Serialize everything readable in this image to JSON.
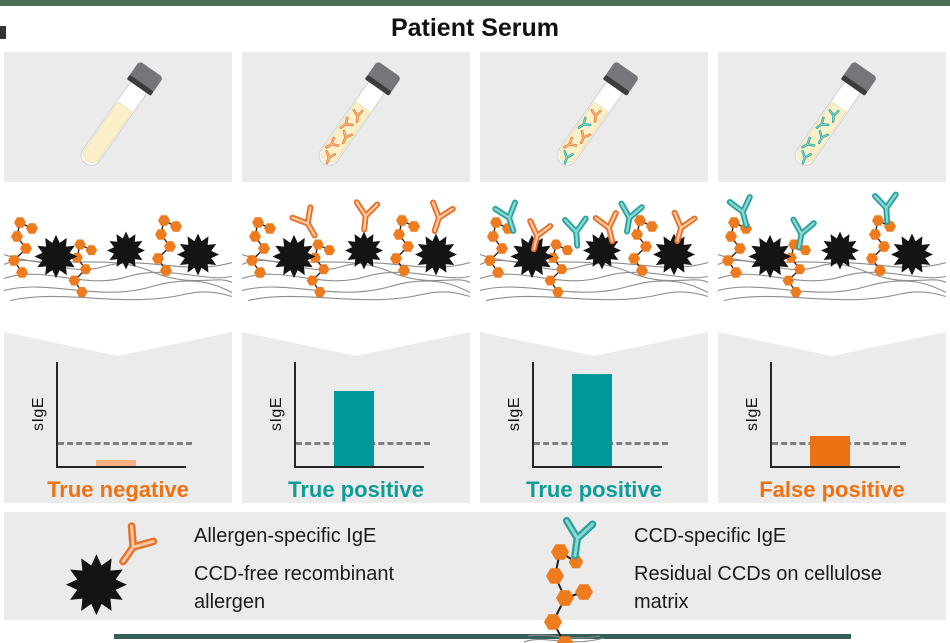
{
  "title": "Patient Serum",
  "colors": {
    "top_accent_bar": "#4C6E53",
    "bottom_accent_bar": "#35605A",
    "panel_gray": "#EBEBEB",
    "orange": "#ED7213",
    "orange_light": "#F5B183",
    "teal": "#009999",
    "teal_label": "#0E9C97",
    "serum_yellow": "#FBF0C9",
    "allergen_black": "#141414",
    "threshold_gray": "#7F7F7F"
  },
  "serum_tubes": [
    {
      "antibodies": []
    },
    {
      "antibodies": [
        "allergen-specific IgE"
      ]
    },
    {
      "antibodies": [
        "allergen-specific IgE",
        "CCD-specific IgE"
      ]
    },
    {
      "antibodies": [
        "CCD-specific IgE"
      ]
    }
  ],
  "matrix_panels": [
    {
      "bound_ige": []
    },
    {
      "bound_ige": [
        "allergen-specific IgE"
      ]
    },
    {
      "bound_ige": [
        "allergen-specific IgE",
        "CCD-specific IgE"
      ]
    },
    {
      "bound_ige": [
        "CCD-specific IgE"
      ]
    }
  ],
  "chart_data": [
    {
      "type": "bar",
      "title": "True negative",
      "title_color": "#ED7213",
      "ylabel": "sIgE",
      "values": [
        6
      ],
      "bar_color": "#F5B183",
      "threshold": 20,
      "threshold_style": "dashed",
      "ylim": [
        0,
        100
      ],
      "grid": false
    },
    {
      "type": "bar",
      "title": "True positive",
      "title_color": "#0E9C97",
      "ylabel": "sIgE",
      "values": [
        72
      ],
      "bar_color": "#009999",
      "threshold": 20,
      "threshold_style": "dashed",
      "ylim": [
        0,
        100
      ],
      "grid": false
    },
    {
      "type": "bar",
      "title": "True positive",
      "title_color": "#0E9C97",
      "ylabel": "sIgE",
      "values": [
        88
      ],
      "bar_color": "#009999",
      "threshold": 20,
      "threshold_style": "dashed",
      "ylim": [
        0,
        100
      ],
      "grid": false
    },
    {
      "type": "bar",
      "title": "False positive",
      "title_color": "#ED7213",
      "ylabel": "sIgE",
      "values": [
        29
      ],
      "bar_color": "#ED7213",
      "threshold": 20,
      "threshold_style": "dashed",
      "ylim": [
        0,
        100
      ],
      "grid": false
    }
  ],
  "legend": {
    "items": [
      {
        "icon": "allergen-specific-ige-antibody-icon",
        "label": "Allergen-specific IgE"
      },
      {
        "icon": "ccd-free-recombinant-allergen-icon",
        "label": "CCD-free recombinant allergen"
      },
      {
        "icon": "ccd-specific-ige-antibody-icon",
        "label": "CCD-specific IgE"
      },
      {
        "icon": "residual-ccds-on-cellulose-icon",
        "label": "Residual CCDs on cellulose matrix"
      }
    ]
  }
}
